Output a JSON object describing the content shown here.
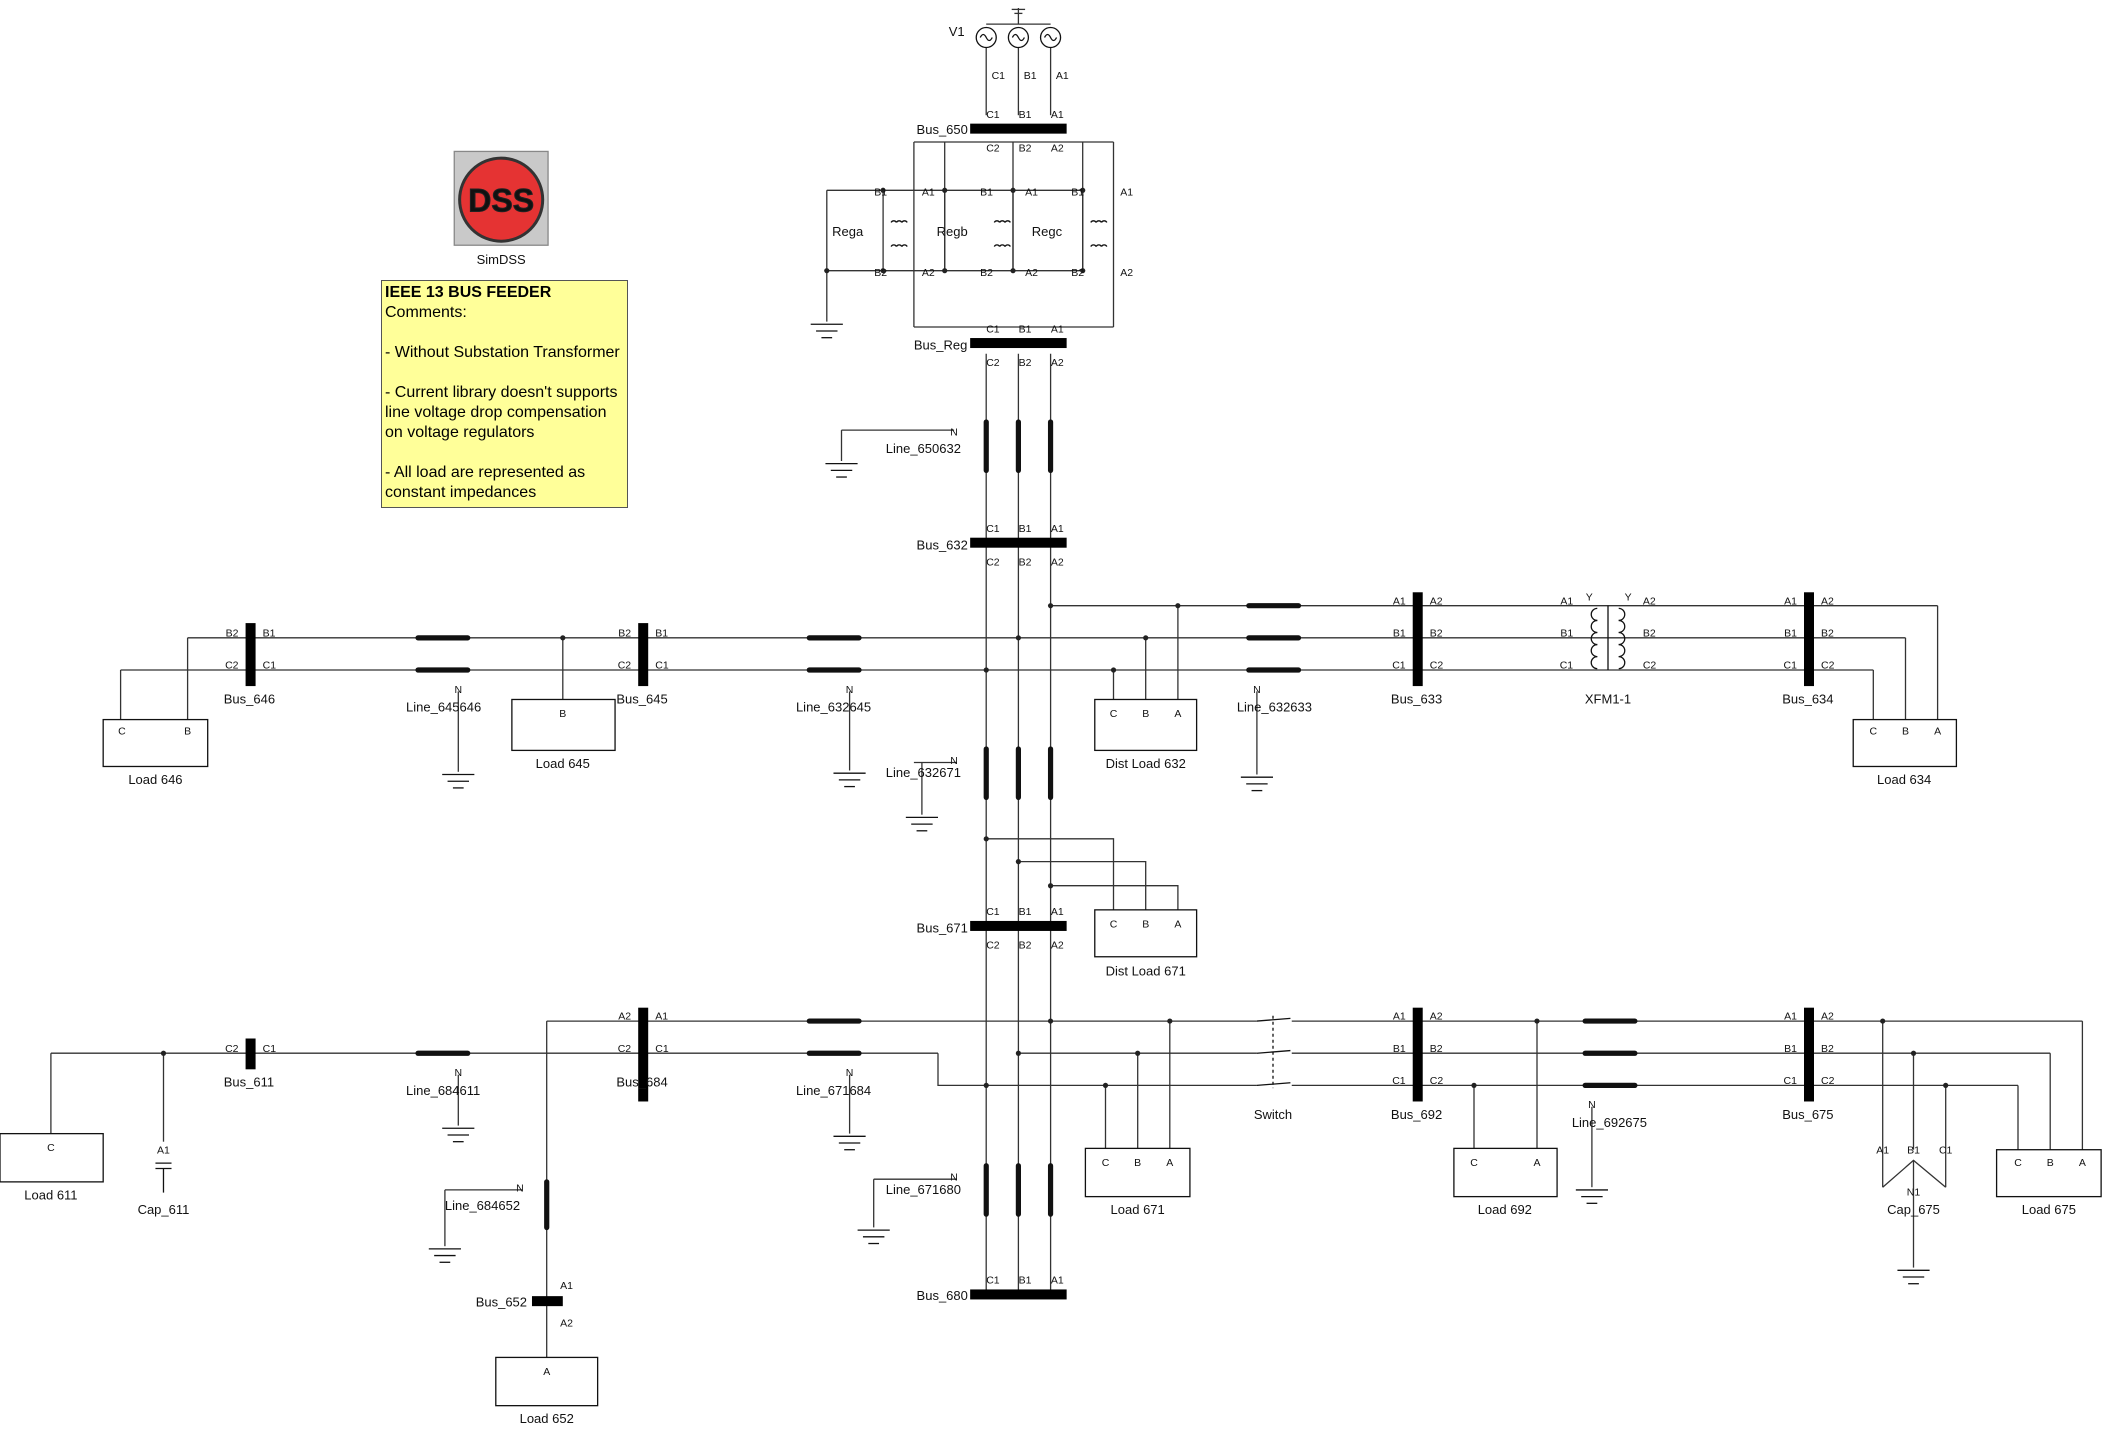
{
  "source": {
    "name": "V1",
    "pins": [
      "C1",
      "B1",
      "A1"
    ]
  },
  "logo": {
    "label": "SimDSS",
    "text": "DSS"
  },
  "note": {
    "title": "IEEE 13 BUS FEEDER",
    "lines": [
      "Comments:",
      "",
      "- Without Substation Transformer",
      "",
      "- Current library doesn't supports",
      "line voltage drop compensation",
      "on voltage regulators",
      "",
      "- All load are represented as",
      "constant impedances"
    ]
  },
  "pins": {
    "a1": "A1",
    "b1": "B1",
    "c1": "C1",
    "a2": "A2",
    "b2": "B2",
    "c2": "C2",
    "a": "A",
    "b": "B",
    "c": "C",
    "n": "N",
    "n1": "N1",
    "y": "Y"
  },
  "buses": {
    "650": "Bus_650",
    "reg": "Bus_Reg",
    "632": "Bus_632",
    "633": "Bus_633",
    "634": "Bus_634",
    "645": "Bus_645",
    "646": "Bus_646",
    "671": "Bus_671",
    "680": "Bus_680",
    "684": "Bus_684",
    "611": "Bus_611",
    "652": "Bus_652",
    "692": "Bus_692",
    "675": "Bus_675"
  },
  "regulators": {
    "a": "Rega",
    "b": "Regb",
    "c": "Regc"
  },
  "lines": {
    "650632": "Line_650632",
    "632645": "Line_632645",
    "645646": "Line_645646",
    "632633": "Line_632633",
    "632671": "Line_632671",
    "671684": "Line_671684",
    "684611": "Line_684611",
    "684652": "Line_684652",
    "671680": "Line_671680",
    "692675": "Line_692675"
  },
  "transformer": "XFM1-1",
  "switch": "Switch",
  "loads": {
    "646": "Load 646",
    "645": "Load 645",
    "632": "Dist Load 632",
    "634": "Load 634",
    "671d": "Dist Load 671",
    "611": "Load 611",
    "652": "Load 652",
    "671": "Load 671",
    "692": "Load 692",
    "675": "Load 675"
  },
  "capacitors": {
    "611": "Cap_611",
    "675": "Cap_675"
  }
}
